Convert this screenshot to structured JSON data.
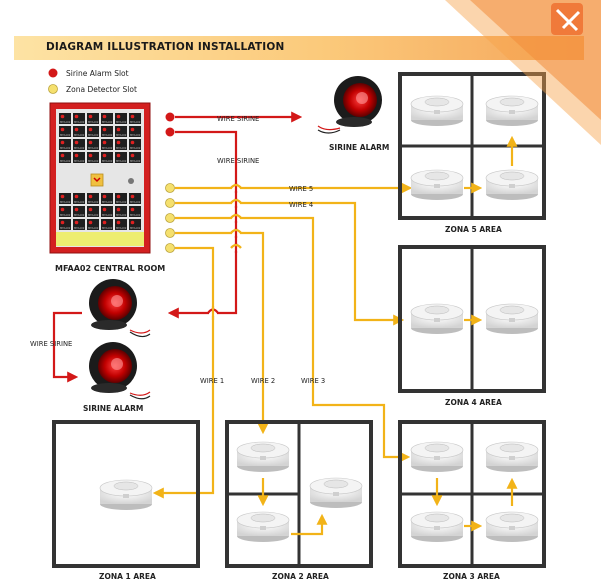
{
  "title": "DIAGRAM ILLUSTRATION INSTALLATION",
  "legend": {
    "siren_slot": "Sirine Alarm Slot",
    "detector_slot": "Zona Detector Slot"
  },
  "panel": {
    "label": "MFAA02  CENTRAL ROOM",
    "slot_text": "MFAA02"
  },
  "wires": {
    "siren_top": "WIRE SIRINE",
    "siren_mid": "WIRE SIRINE",
    "siren_left": "WIRE SIRINE",
    "w1": "WIRE 1",
    "w2": "WIRE 2",
    "w3": "WIRE 3",
    "w4": "WIRE 4",
    "w5": "WIRE 5"
  },
  "sirens": {
    "top_label": "SIRINE  ALARM",
    "bottom_label": "SIRINE  ALARM"
  },
  "zones": {
    "z1": "ZONA  1  AREA",
    "z2": "ZONA  2  AREA",
    "z3": "ZONA  3  AREA",
    "z4": "ZONA  4  AREA",
    "z5": "ZONA  5  AREA"
  },
  "colors": {
    "panel_red": "#d32020",
    "siren_wire": "#d31818",
    "zone_wire": "#f2b318",
    "title_bar": "#fbc97a",
    "frame": "#333333"
  }
}
